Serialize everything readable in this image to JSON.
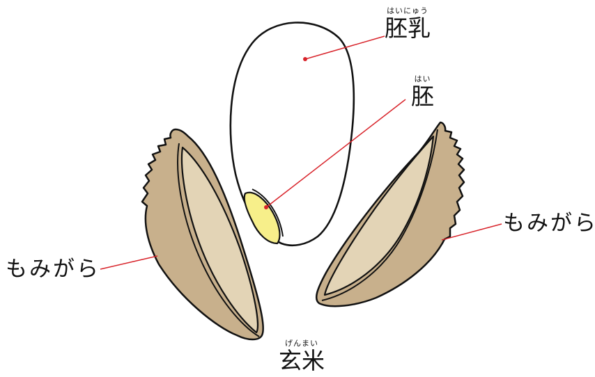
{
  "labels": {
    "endosperm": {
      "text": "胚乳",
      "ruby": "はいにゅう"
    },
    "embryo": {
      "text": "胚",
      "ruby": "はい"
    },
    "husk_right": {
      "text": "もみがら"
    },
    "husk_left": {
      "text": "もみがら"
    },
    "brown_rice": {
      "text": "玄米",
      "ruby": "げんまい"
    }
  },
  "colors": {
    "leader_line": "#d8232a",
    "husk_outer": "#c8b08c",
    "husk_inner": "#e3d4b6",
    "grain": "#ffffff",
    "embryo": "#f7ef8a",
    "outline": "#111111"
  }
}
